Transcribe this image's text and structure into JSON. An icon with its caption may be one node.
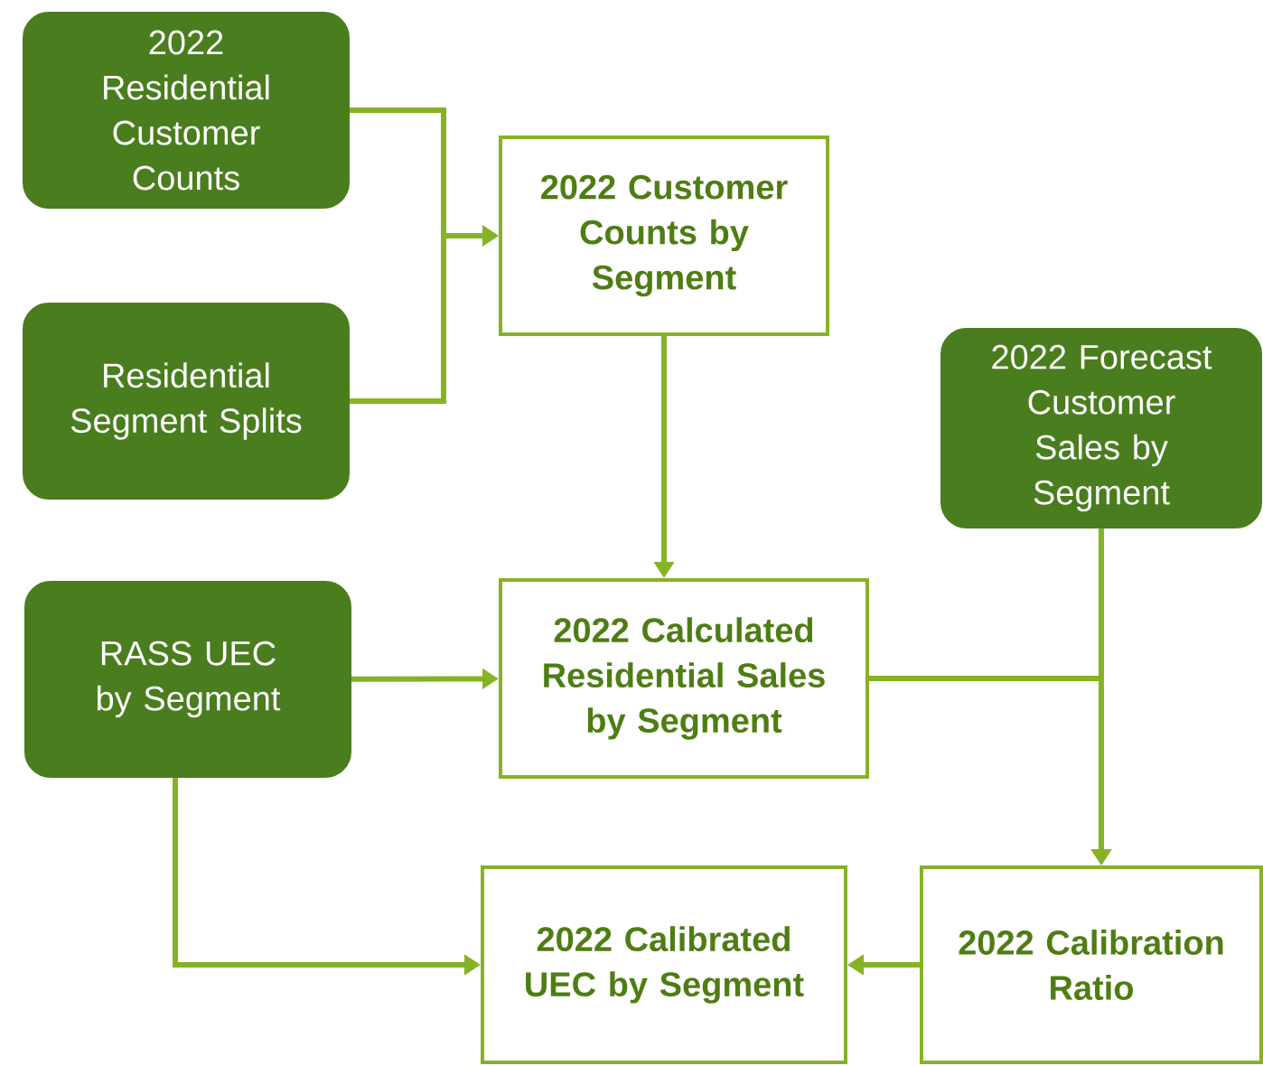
{
  "diagram": {
    "nodes": [
      {
        "text": [
          "2022 Residential Customer Counts"
        ]
      },
      {
        "text": [
          "Residential Segment Splits"
        ]
      },
      {
        "text": [
          "2022 Customer Counts by Segment"
        ]
      },
      {
        "text": [
          "2022 Forecast Customer Sales by Segment"
        ]
      },
      {
        "text": [
          "RASS UEC by Segment"
        ]
      },
      {
        "text": [
          "2022 Calculated Residential Sales by Segment"
        ]
      },
      {
        "text": [
          "2022 Calibrated UEC by Segment"
        ]
      },
      {
        "text": [
          "2022 Calibration Ratio"
        ]
      }
    ],
    "edges": [
      {
        "from": 0,
        "to": 2,
        "arrow": "to"
      },
      {
        "from": 1,
        "to": 2,
        "arrow": "to"
      },
      {
        "from": 2,
        "to": 5,
        "arrow": "to"
      },
      {
        "from": 4,
        "to": 5,
        "arrow": "to"
      },
      {
        "from": 5,
        "to": 7,
        "arrow": "to"
      },
      {
        "from": 3,
        "to": 7,
        "arrow": "to"
      },
      {
        "from": 7,
        "to": 6,
        "arrow": "to"
      },
      {
        "from": 4,
        "to": 6,
        "arrow": "to"
      }
    ]
  }
}
